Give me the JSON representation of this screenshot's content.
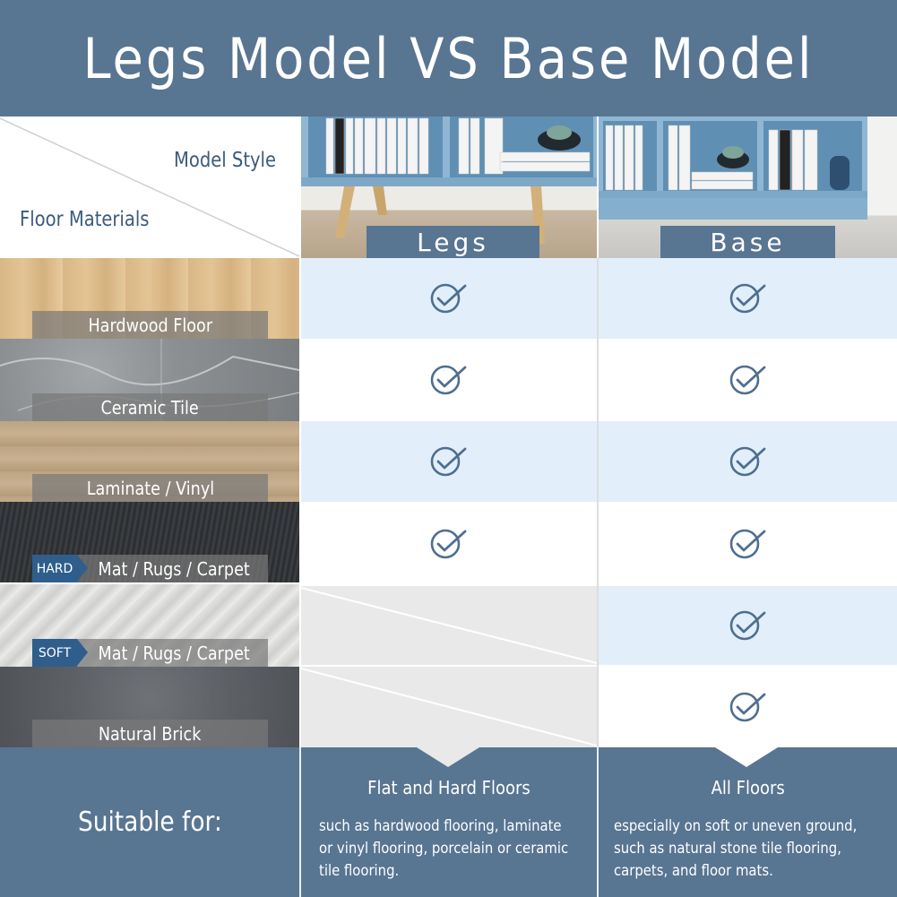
{
  "header": {
    "title": "Legs Model  VS Base Model"
  },
  "corner": {
    "model_style": "Model Style",
    "floor_materials": "Floor Materials"
  },
  "models": {
    "legs_label": "Legs",
    "base_label": "Base"
  },
  "rows": [
    {
      "label": "Hardwood Floor",
      "tag": "",
      "legs": true,
      "base": true
    },
    {
      "label": "Ceramic Tile",
      "tag": "",
      "legs": true,
      "base": true
    },
    {
      "label": "Laminate / Vinyl",
      "tag": "",
      "legs": true,
      "base": true
    },
    {
      "label": "Mat / Rugs / Carpet",
      "tag": "HARD",
      "legs": true,
      "base": true
    },
    {
      "label": "Mat / Rugs / Carpet",
      "tag": "SOFT",
      "legs": false,
      "base": true
    },
    {
      "label": "Natural Brick",
      "tag": "",
      "legs": false,
      "base": true
    }
  ],
  "footer": {
    "suitable_label": "Suitable for:",
    "legs_title": "Flat and Hard Floors",
    "legs_desc": "such as hardwood flooring, laminate or vinyl flooring, porcelain or ceramic tile flooring.",
    "base_title": "All Floors",
    "base_desc": "especially on soft or uneven ground, such as natural stone tile flooring, carpets, and floor mats."
  },
  "icons": {
    "check": "check-circle-icon"
  },
  "colors": {
    "header": "#587592",
    "accent_text": "#3b5b7c",
    "check": "#4f6f8f",
    "row_blue": "#e2effb",
    "row_gray": "#e9e9e9",
    "tag": "#2f5e8c"
  }
}
